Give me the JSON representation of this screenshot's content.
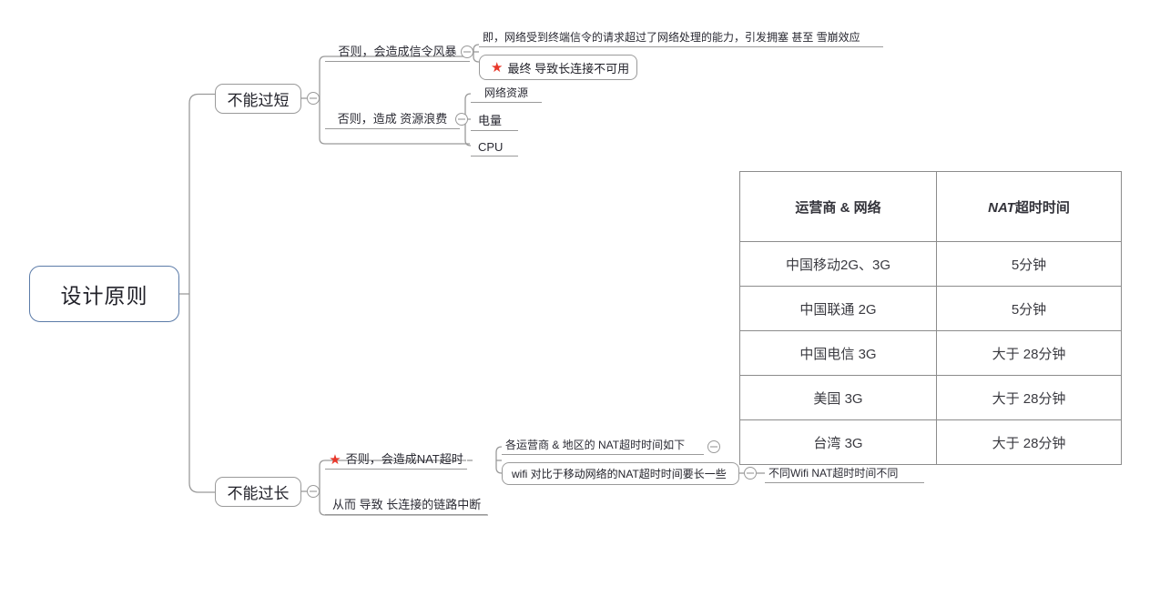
{
  "mindmap": {
    "root": {
      "label": "设计原则"
    },
    "branch_short": {
      "label": "不能过短",
      "children": [
        {
          "label": "否则，会造成信令风暴",
          "children": [
            {
              "label": "即，网络受到终端信令的请求超过了网络处理的能力，引发拥塞 甚至 雪崩效应"
            },
            {
              "star": "★",
              "label": "最终 导致长连接不可用"
            }
          ]
        },
        {
          "label": "否则，造成 资源浪费",
          "children": [
            {
              "label": "网络资源"
            },
            {
              "label": "电量"
            },
            {
              "label": "CPU"
            }
          ]
        }
      ]
    },
    "branch_long": {
      "label": "不能过长",
      "children": [
        {
          "star": "★",
          "label": "否则，会造成NAT超时",
          "children": [
            {
              "label": "各运营商 & 地区的 NAT超时时间如下"
            },
            {
              "label": "wifi 对比于移动网络的NAT超时时间要长一些",
              "children": [
                {
                  "label": "不同Wifi NAT超时时间不同"
                }
              ]
            }
          ]
        },
        {
          "label": "从而 导致 长连接的链路中断"
        }
      ]
    }
  },
  "nat_table": {
    "headers": [
      "运营商 & 网络",
      "NAT超时时间"
    ],
    "header_italic_prefix": "NAT",
    "header_rest": "超时时间",
    "rows": [
      {
        "carrier": "中国移动2G、3G",
        "timeout": "5分钟"
      },
      {
        "carrier": "中国联通 2G",
        "timeout": "5分钟"
      },
      {
        "carrier": "中国电信 3G",
        "timeout": "大于 28分钟"
      },
      {
        "carrier": "美国 3G",
        "timeout": "大于 28分钟"
      },
      {
        "carrier": "台湾 3G",
        "timeout": "大于 28分钟"
      }
    ]
  },
  "icons": {
    "collapse": "collapse-toggle",
    "star": "★"
  },
  "colors": {
    "root_border": "#5b7ba8",
    "node_border": "#9a9a9a",
    "connector": "#9a9a9a",
    "star": "#e8372a",
    "table_border": "#8c8c8c",
    "text": "#2a2a33"
  }
}
